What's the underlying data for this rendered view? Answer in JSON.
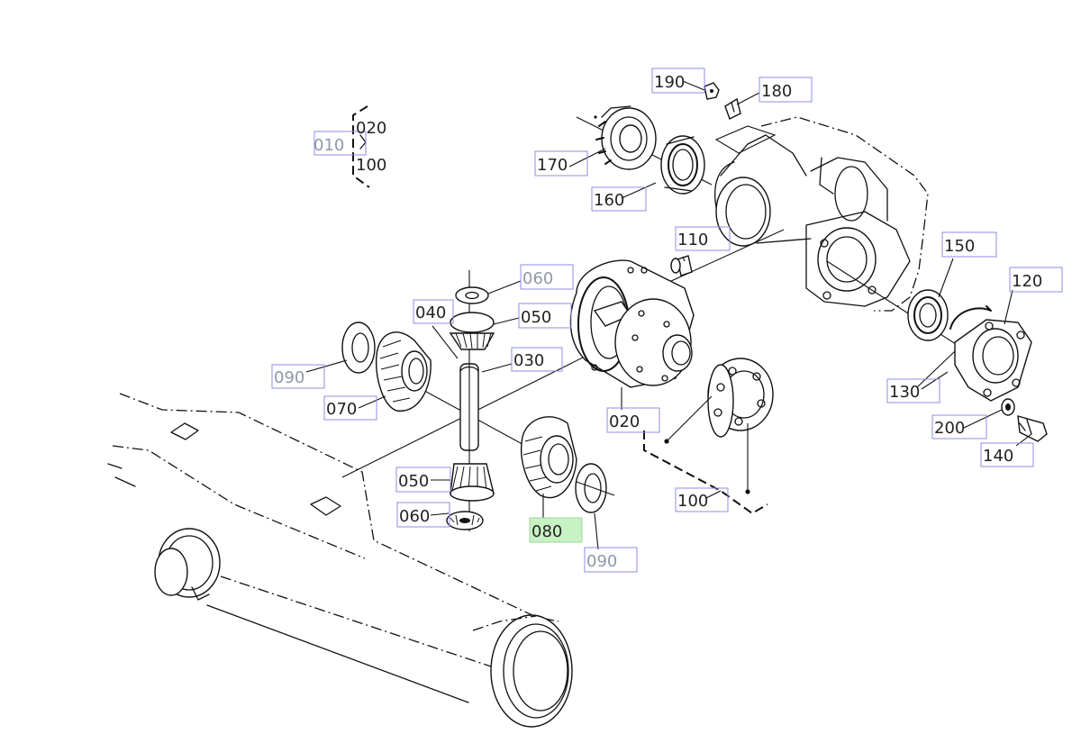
{
  "diagram": {
    "group": {
      "code": "010",
      "members": [
        "020",
        "100"
      ]
    },
    "callouts": [
      {
        "id": "190",
        "label": "190",
        "muted": false,
        "selected": false
      },
      {
        "id": "180",
        "label": "180",
        "muted": false,
        "selected": false
      },
      {
        "id": "170",
        "label": "170",
        "muted": false,
        "selected": false
      },
      {
        "id": "160",
        "label": "160",
        "muted": false,
        "selected": false
      },
      {
        "id": "110",
        "label": "110",
        "muted": false,
        "selected": false
      },
      {
        "id": "150",
        "label": "150",
        "muted": false,
        "selected": false
      },
      {
        "id": "120",
        "label": "120",
        "muted": false,
        "selected": false
      },
      {
        "id": "060a",
        "label": "060",
        "muted": true,
        "selected": false
      },
      {
        "id": "040",
        "label": "040",
        "muted": false,
        "selected": false
      },
      {
        "id": "050a",
        "label": "050",
        "muted": false,
        "selected": false
      },
      {
        "id": "030",
        "label": "030",
        "muted": false,
        "selected": false
      },
      {
        "id": "090a",
        "label": "090",
        "muted": true,
        "selected": false
      },
      {
        "id": "070",
        "label": "070",
        "muted": false,
        "selected": false
      },
      {
        "id": "020",
        "label": "020",
        "muted": false,
        "selected": false
      },
      {
        "id": "130",
        "label": "130",
        "muted": false,
        "selected": false
      },
      {
        "id": "200",
        "label": "200",
        "muted": false,
        "selected": false
      },
      {
        "id": "140",
        "label": "140",
        "muted": false,
        "selected": false
      },
      {
        "id": "050b",
        "label": "050",
        "muted": false,
        "selected": false
      },
      {
        "id": "060b",
        "label": "060",
        "muted": false,
        "selected": false
      },
      {
        "id": "080",
        "label": "080",
        "muted": false,
        "selected": true
      },
      {
        "id": "090b",
        "label": "090",
        "muted": true,
        "selected": false
      },
      {
        "id": "100",
        "label": "100",
        "muted": false,
        "selected": false
      }
    ],
    "colors": {
      "box_stroke": "#8d8de6",
      "selected_fill": "#c9f2c4",
      "muted_text": "#8f97a8"
    }
  }
}
